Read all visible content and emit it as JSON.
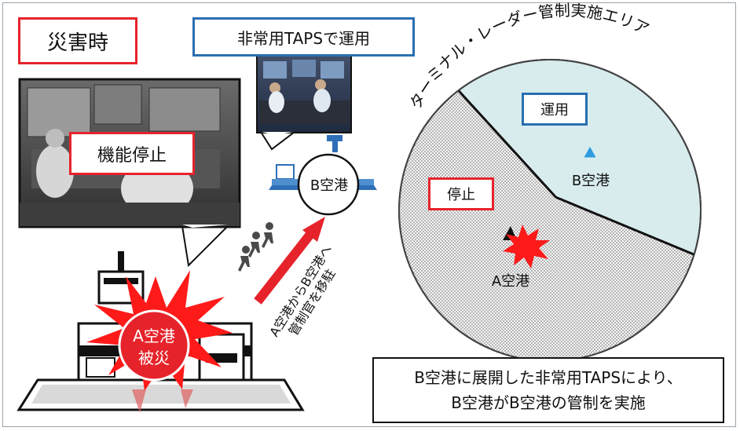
{
  "labels": {
    "disaster": "災害時",
    "emergency_taps": "非常用TAPSで運用",
    "function_stop": "機能停止",
    "b_airport_icon": "B空港",
    "arrow_text_line1": "A空港からB空港へ",
    "arrow_text_line2": "管制官を移駐",
    "a_airport_damage_line1": "A空港",
    "a_airport_damage_line2": "被災",
    "area_title": "ターミナル・レーダー管制実施エリア",
    "operation": "運用",
    "stop": "停止",
    "b_airport_map": "B空港",
    "a_airport_map": "A空港",
    "summary_line1": "B空港に展開した非常用TAPSにより、",
    "summary_line2": "B空港がB空港の管制を実施"
  },
  "colors": {
    "red_accent": "#e6232b",
    "blue_accent": "#2a6fb0",
    "operation_area": "#d8ecee",
    "marker_blue": "#2f9be0"
  },
  "icons": [
    "control-tower-icon",
    "explosion-icon",
    "people-moving-icon",
    "airport-terminal-icon",
    "triangle-marker-icon"
  ]
}
